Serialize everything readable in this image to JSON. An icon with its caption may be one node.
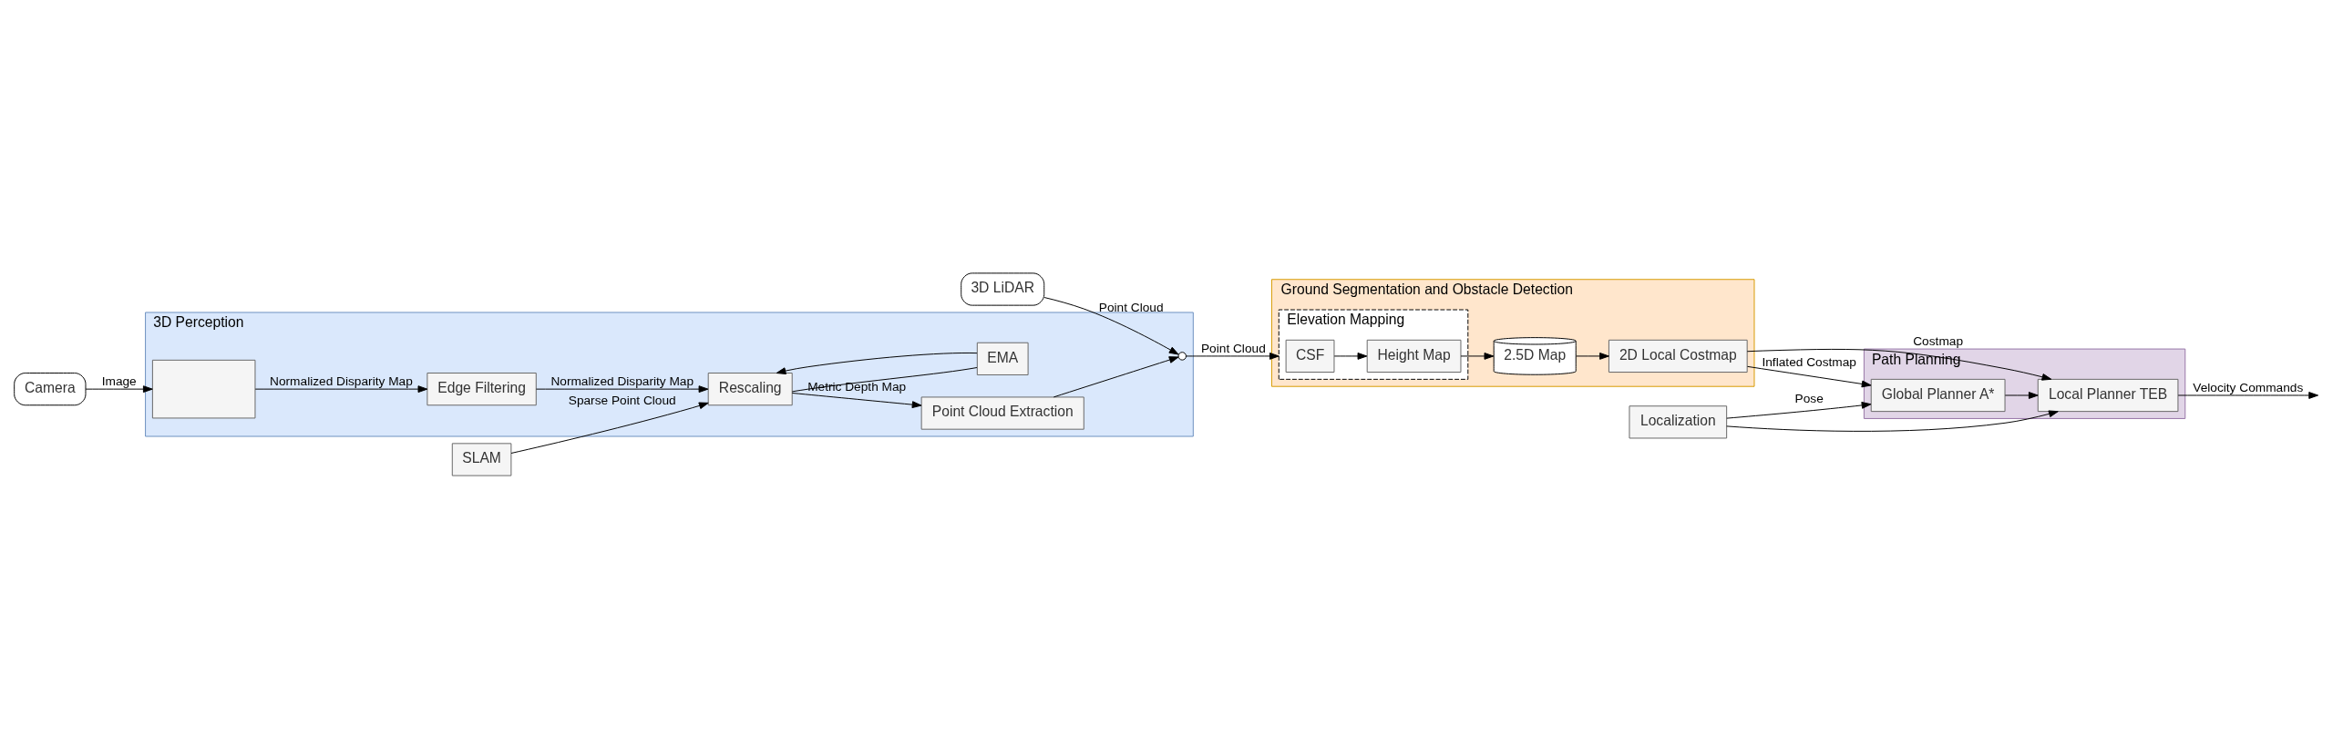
{
  "diagram": {
    "nodes": [
      {
        "text": [
          "3D LiDAR"
        ]
      },
      {
        "text": [
          "Camera"
        ]
      },
      {
        "text": [
          "SLAM"
        ]
      },
      {
        "text": [
          "Localization"
        ]
      },
      {
        "text": [
          "3D Perception"
        ]
      },
      {
        "text": [],
        "shape": "box",
        "in": 4
      },
      {
        "text": [
          "Edge Filtering"
        ],
        "in": 4
      },
      {
        "text": [
          "Point Cloud Extraction"
        ],
        "in": 4
      },
      {
        "text": [
          "Rescaling"
        ],
        "in": 4
      },
      {
        "text": [
          "EMA"
        ],
        "in": 4
      },
      {
        "text": [],
        "shape": "switch",
        "in": 4
      },
      {
        "text": [
          "Ground Segmentation and Obstacle Detection"
        ]
      },
      {
        "text": [
          "Elevation Mapping"
        ],
        "in": 11
      },
      {
        "text": [
          "CSF"
        ],
        "in": 12
      },
      {
        "text": [
          "Height Map"
        ],
        "in": 12
      },
      {
        "text": [
          "2.5D Map"
        ],
        "in": 11
      },
      {
        "text": [
          "2D Local Costmap"
        ],
        "in": 11
      },
      {
        "text": [
          "Path Planning"
        ]
      },
      {
        "text": [
          "Global Planner A*"
        ],
        "in": 17
      },
      {
        "text": [
          "Local Planner TEB"
        ],
        "in": 17
      }
    ],
    "edges": [
      {
        "from": 0,
        "to": 10,
        "arrow": "to",
        "label": "Point Cloud"
      },
      {
        "from": 1,
        "to": 5,
        "arrow": "to",
        "label": "Image"
      },
      {
        "from": 5,
        "to": 6,
        "arrow": "to",
        "label": "Normalized Disparity Map"
      },
      {
        "from": 6,
        "to": 8,
        "arrow": "to",
        "label": "Normalized Disparity Map"
      },
      {
        "from": 8,
        "to": 7,
        "arrow": "to",
        "label": "Metric Depth Map"
      },
      {
        "from": 7,
        "to": 10,
        "arrow": "to"
      },
      {
        "from": 8,
        "to": 9,
        "arrow": "none"
      },
      {
        "from": 9,
        "to": 8,
        "arrow": "to"
      },
      {
        "from": 2,
        "to": 8,
        "arrow": "to",
        "label": "Sparse Point Cloud"
      },
      {
        "from": 10,
        "to": 12,
        "arrow": "to",
        "label": "Point Cloud"
      },
      {
        "from": 13,
        "to": 14,
        "arrow": "to"
      },
      {
        "from": 14,
        "to": 15,
        "arrow": "to"
      },
      {
        "from": 15,
        "to": 16,
        "arrow": "to"
      },
      {
        "from": 16,
        "to": 18,
        "arrow": "to",
        "label": "Inflated Costmap"
      },
      {
        "from": 16,
        "to": 19,
        "arrow": "to",
        "label": "Costmap"
      },
      {
        "from": 18,
        "to": 19,
        "arrow": "to"
      },
      {
        "from": 19,
        "to": null,
        "arrow": "to",
        "label": "Velocity Commands"
      },
      {
        "from": 3,
        "to": 18,
        "arrow": "to",
        "label": "Pose"
      },
      {
        "from": 3,
        "to": 19,
        "arrow": "to"
      }
    ]
  }
}
